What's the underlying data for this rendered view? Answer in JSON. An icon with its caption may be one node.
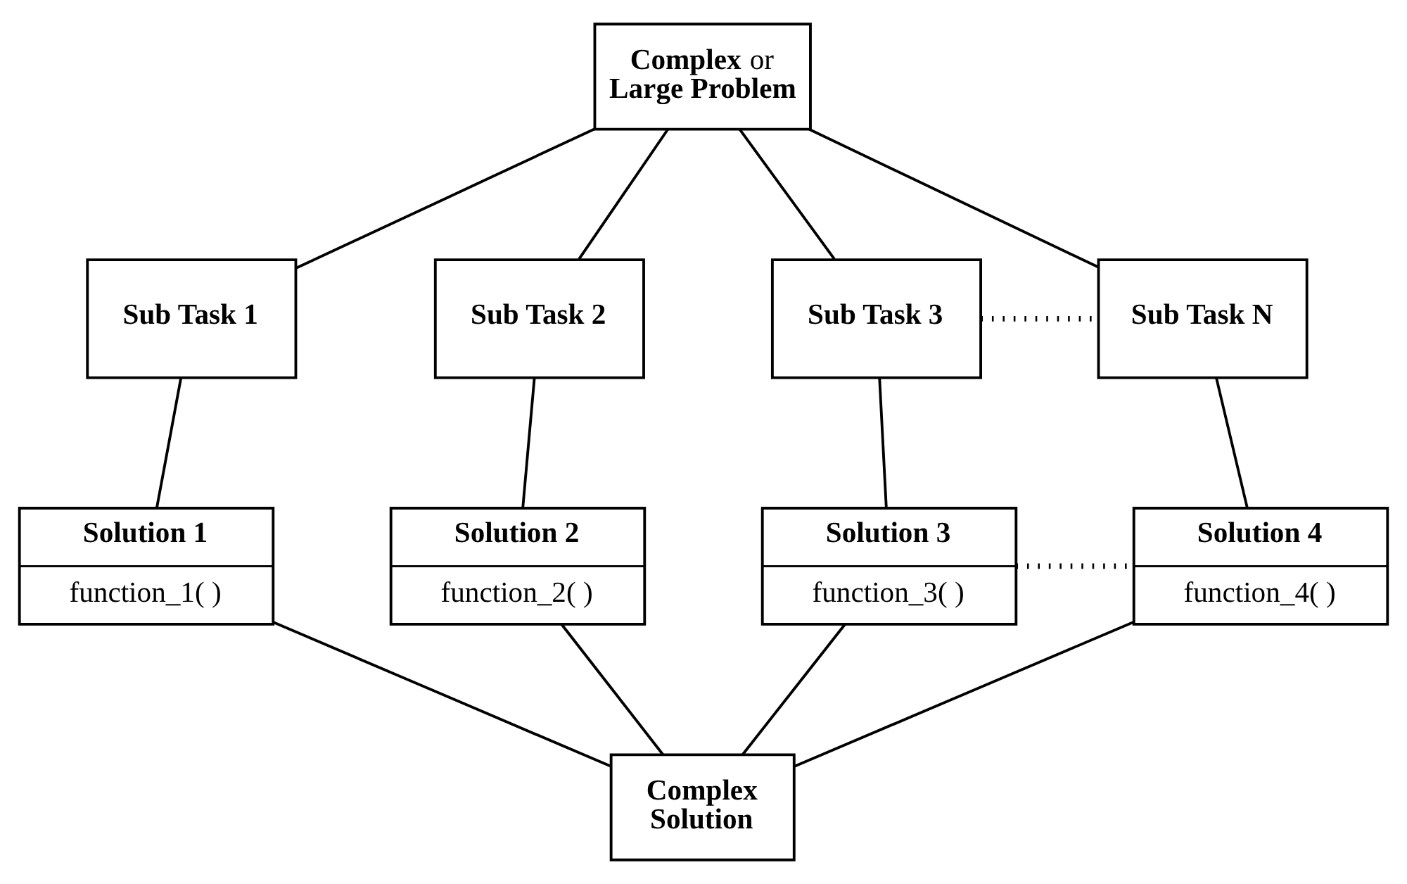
{
  "diagram": {
    "nodes": [
      {
        "text": [
          "**Complex** or **Large Problem**"
        ]
      },
      {
        "text": [
          "Sub Task 1"
        ]
      },
      {
        "text": [
          "Sub Task 2"
        ]
      },
      {
        "text": [
          "Sub Task 3"
        ]
      },
      {
        "text": [
          "Sub Task N"
        ]
      },
      {
        "text": [
          "Solution 1",
          "function_1( )"
        ]
      },
      {
        "text": [
          "Solution 2",
          "function_2( )"
        ]
      },
      {
        "text": [
          "Solution 3",
          "function_3( )"
        ]
      },
      {
        "text": [
          "Solution 4",
          "function_4( )"
        ]
      },
      {
        "text": [
          "Complex Solution"
        ]
      }
    ],
    "edges": [
      {
        "from": 0,
        "to": 1,
        "arrow": "none"
      },
      {
        "from": 0,
        "to": 2,
        "arrow": "none"
      },
      {
        "from": 0,
        "to": 3,
        "arrow": "none"
      },
      {
        "from": 0,
        "to": 4,
        "arrow": "none"
      },
      {
        "from": 3,
        "to": 4,
        "arrow": "none",
        "style": "dashed"
      },
      {
        "from": 1,
        "to": 5,
        "arrow": "none"
      },
      {
        "from": 2,
        "to": 6,
        "arrow": "none"
      },
      {
        "from": 3,
        "to": 7,
        "arrow": "none"
      },
      {
        "from": 4,
        "to": 8,
        "arrow": "none"
      },
      {
        "from": 7,
        "to": 8,
        "arrow": "none",
        "style": "dashed"
      },
      {
        "from": 5,
        "to": 9,
        "arrow": "none"
      },
      {
        "from": 6,
        "to": 9,
        "arrow": "none"
      },
      {
        "from": 7,
        "to": 9,
        "arrow": "none"
      },
      {
        "from": 8,
        "to": 9,
        "arrow": "none"
      }
    ]
  }
}
